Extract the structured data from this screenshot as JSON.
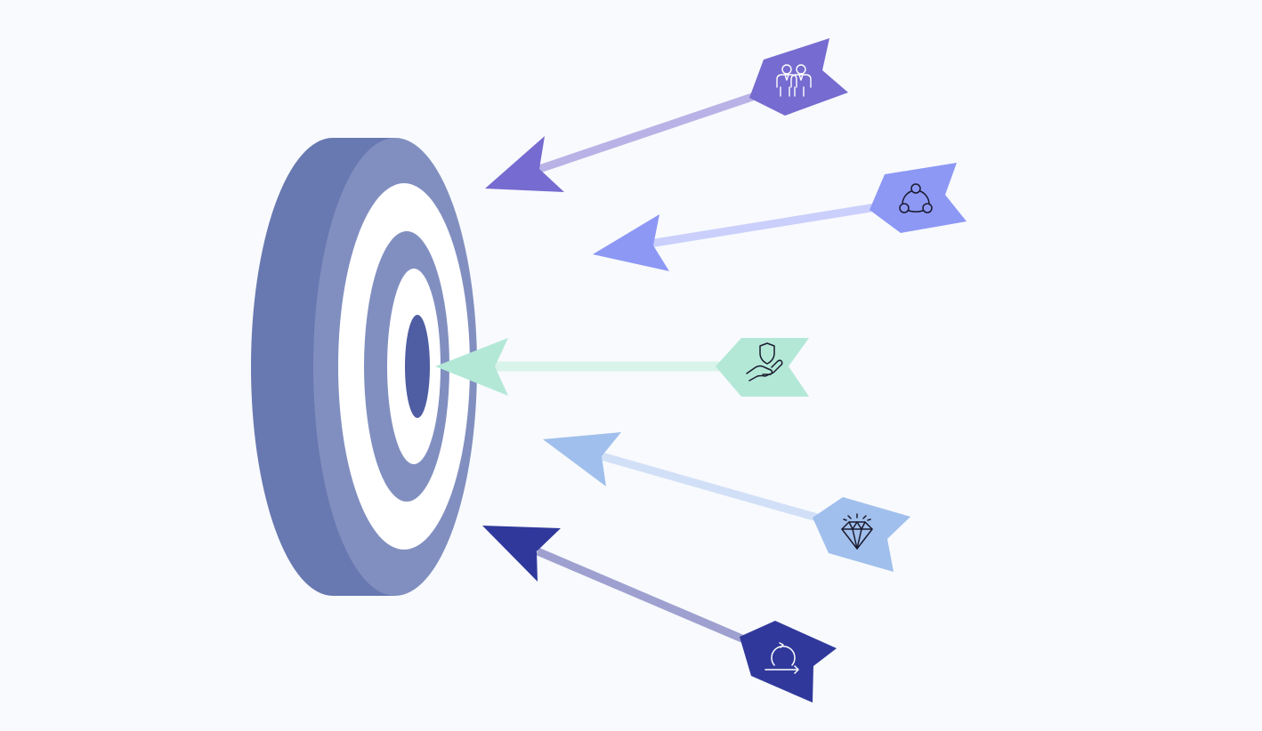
{
  "background": "#f8fafd",
  "target": {
    "side_color": "#6878b0",
    "face_color": "#818fc0",
    "ring_white": "#ffffff",
    "bullseye_color": "#4f5ea2"
  },
  "arrows": [
    {
      "id": "team",
      "icon": "team-icon",
      "head_color": "#766bd0",
      "shaft_color": "#b8b2e6",
      "fletch_color": "#766bd0",
      "icon_color": "#ffffff"
    },
    {
      "id": "network",
      "icon": "network-icon",
      "head_color": "#8d98f5",
      "shaft_color": "#cacffb",
      "fletch_color": "#8d98f5",
      "icon_color": "#1a1a2e"
    },
    {
      "id": "protection",
      "icon": "hand-shield-icon",
      "head_color": "#b3e8d7",
      "shaft_color": "#d9f4ea",
      "fletch_color": "#b3e8d7",
      "icon_color": "#1a1a2e"
    },
    {
      "id": "value",
      "icon": "diamond-icon",
      "head_color": "#a0bfec",
      "shaft_color": "#d2e0f7",
      "fletch_color": "#a0bfec",
      "icon_color": "#1a1a2e"
    },
    {
      "id": "cycle",
      "icon": "cycle-icon",
      "head_color": "#30399b",
      "shaft_color": "#9ea1cf",
      "fletch_color": "#30399b",
      "icon_color": "#ffffff"
    }
  ]
}
